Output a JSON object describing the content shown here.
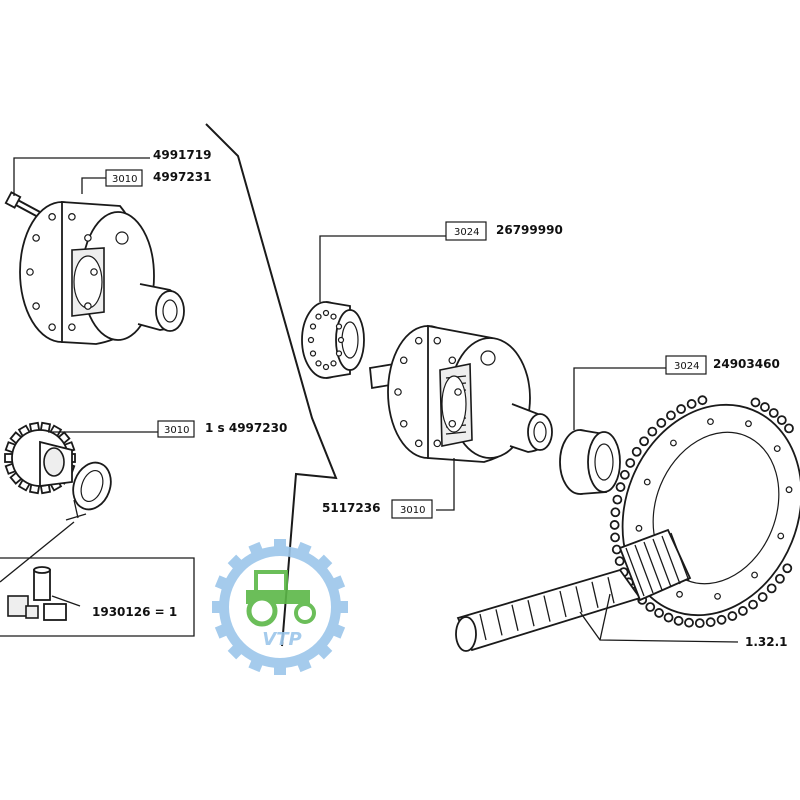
{
  "callouts": {
    "bolt": {
      "part": "4991719"
    },
    "housing": {
      "code": "3010",
      "part": "4997231"
    },
    "gear_set": {
      "code": "3010",
      "part": "1 s 4997230"
    },
    "bearing_left": {
      "code": "3024",
      "part": "26799990"
    },
    "bearing_right": {
      "code": "3024",
      "part": "24903460"
    },
    "diff_assembly": {
      "code": "3010",
      "part": "5117236"
    },
    "kit": {
      "part": "1930126 = 1"
    },
    "crown_pinion": {
      "part": "1.32.1"
    }
  },
  "watermark": {
    "text": "VTP",
    "ring_color": "#9cc6ea",
    "tractor_color": "#5cb848"
  },
  "colors": {
    "ink": "#1a1a1a",
    "paper": "#ffffff"
  }
}
